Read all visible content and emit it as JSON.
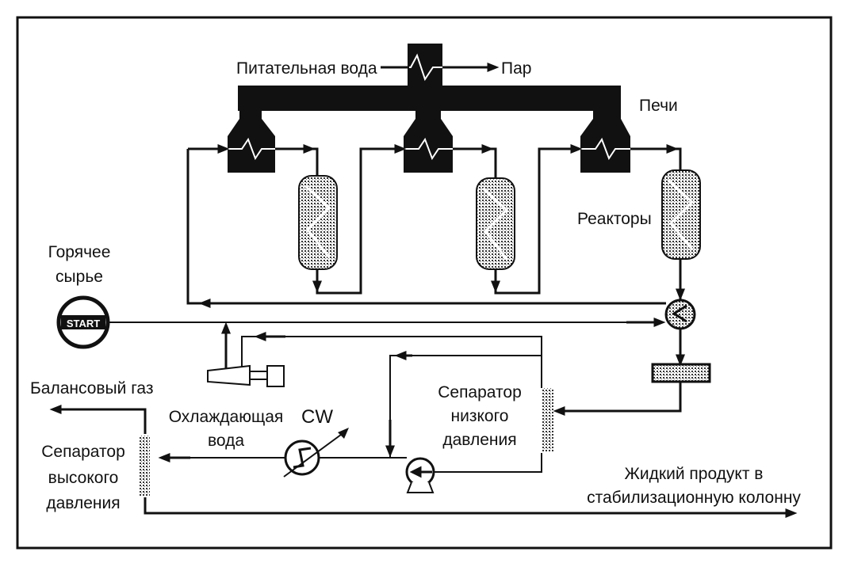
{
  "labels": {
    "feed_water": "Питательная вода",
    "steam": "Пар",
    "furnaces": "Печи",
    "reactors": "Реакторы",
    "hot_feed_1": "Горячее",
    "hot_feed_2": "сырье",
    "start": "START",
    "balance_gas": "Балансовый газ",
    "cooling_water_1": "Охлаждающая",
    "cooling_water_2": "вода",
    "cw": "CW",
    "hp_sep_1": "Сепаратор",
    "hp_sep_2": "высокого",
    "hp_sep_3": "давления",
    "lp_sep_1": "Сепаратор",
    "lp_sep_2": "низкого",
    "lp_sep_3": "давления",
    "liquid_1": "Жидкий продукт в",
    "liquid_2": "стабилизационную колонну"
  },
  "colors": {
    "ink": "#111111",
    "background": "#ffffff"
  }
}
